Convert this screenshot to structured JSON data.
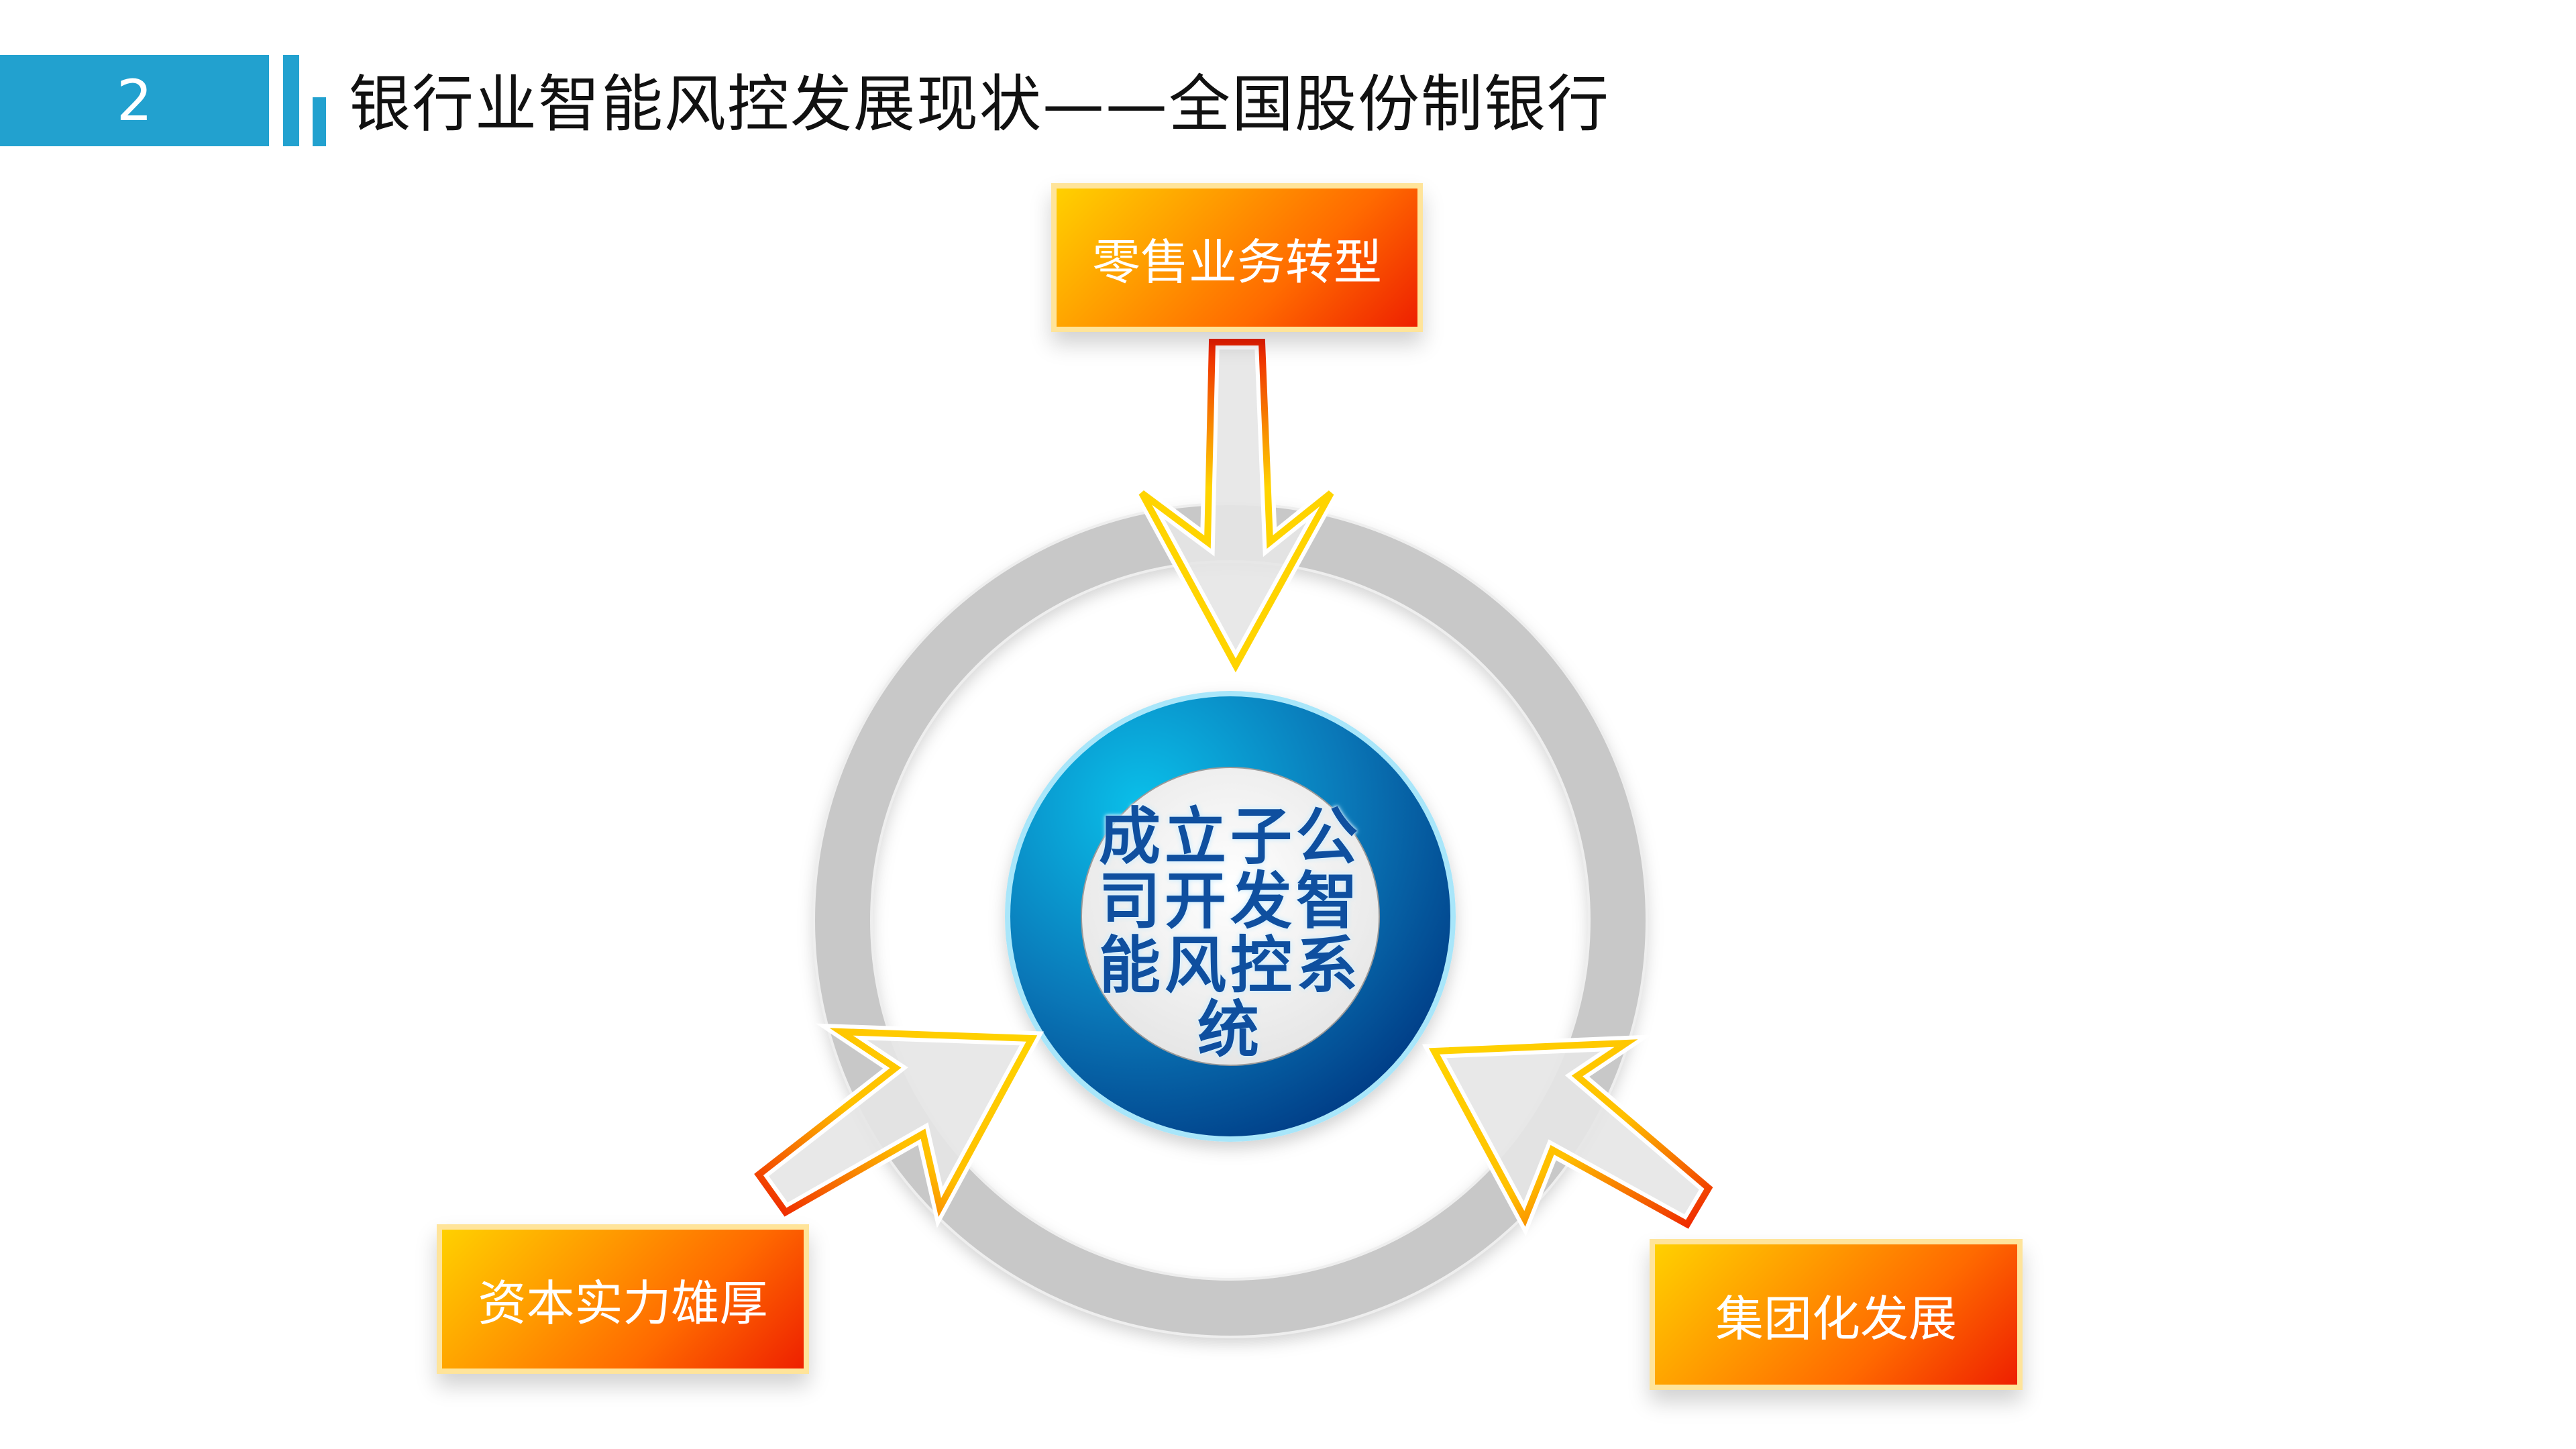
{
  "header": {
    "section_number": "2",
    "title": "银行业智能风控发展现状——全国股份制银行",
    "accent_color": "#22a1cf"
  },
  "diagram": {
    "center": {
      "label": "成立子公司开发智能风控系统",
      "colors": {
        "outer_start": "#0ac0ea",
        "outer_end": "#003a84",
        "inner": "#ffffff"
      }
    },
    "nodes": [
      {
        "id": "top",
        "label": "零售业务转型",
        "arrow_direction": "down-to-center"
      },
      {
        "id": "bottom-left",
        "label": "资本实力雄厚",
        "arrow_direction": "up-right-to-center"
      },
      {
        "id": "bottom-right",
        "label": "集团化发展",
        "arrow_direction": "up-left-to-center"
      }
    ],
    "ring_color": "#c8c8c8",
    "box_gradient": [
      "#ffd000",
      "#ff6a00",
      "#ee2000"
    ],
    "arrow_outline_gradient": [
      "#ee2000",
      "#ffd400"
    ]
  }
}
